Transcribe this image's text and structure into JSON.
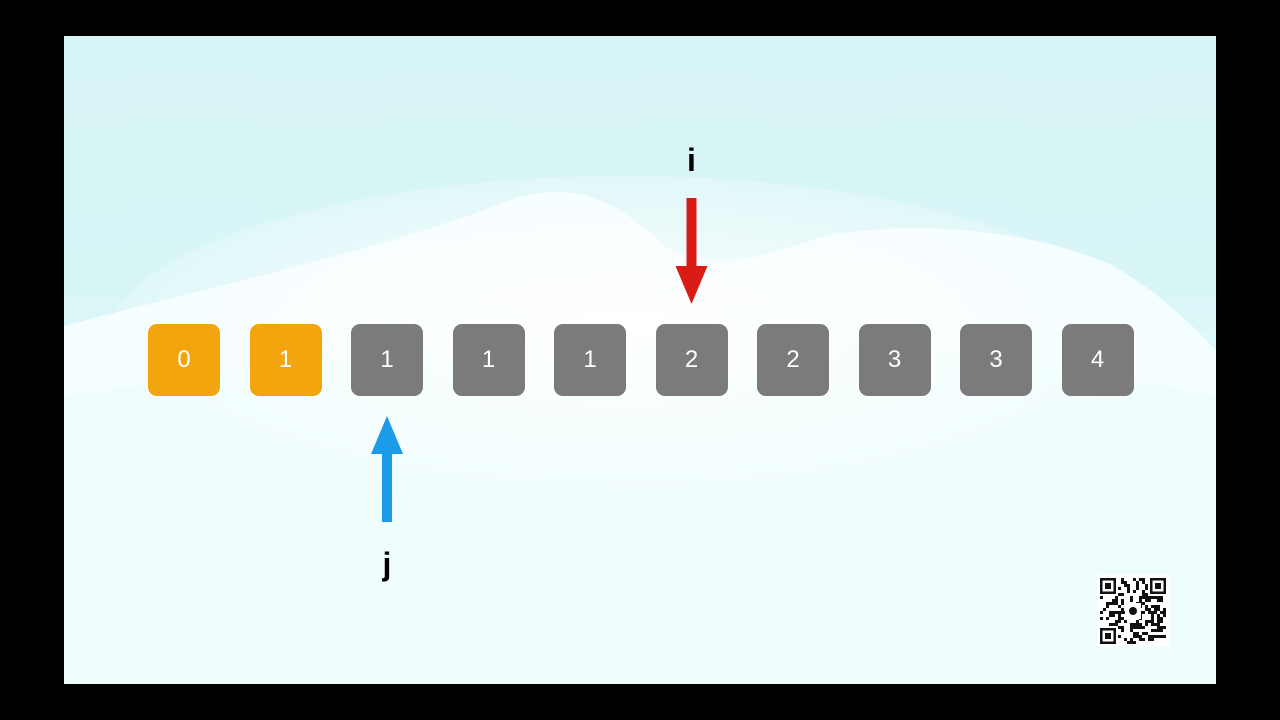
{
  "array": {
    "cells": [
      {
        "value": "0",
        "state": "done"
      },
      {
        "value": "1",
        "state": "done"
      },
      {
        "value": "1",
        "state": "pending"
      },
      {
        "value": "1",
        "state": "pending"
      },
      {
        "value": "1",
        "state": "pending"
      },
      {
        "value": "2",
        "state": "pending"
      },
      {
        "value": "2",
        "state": "pending"
      },
      {
        "value": "3",
        "state": "pending"
      },
      {
        "value": "3",
        "state": "pending"
      },
      {
        "value": "4",
        "state": "pending"
      }
    ]
  },
  "pointers": {
    "i": {
      "label": "i",
      "index": 5,
      "color": "#d91d16"
    },
    "j": {
      "label": "j",
      "index": 2,
      "color": "#1c9be8"
    }
  },
  "colors": {
    "done": "#f2a50c",
    "pending": "#7b7b7b"
  },
  "icons": {
    "qr": "qr-code-icon"
  }
}
